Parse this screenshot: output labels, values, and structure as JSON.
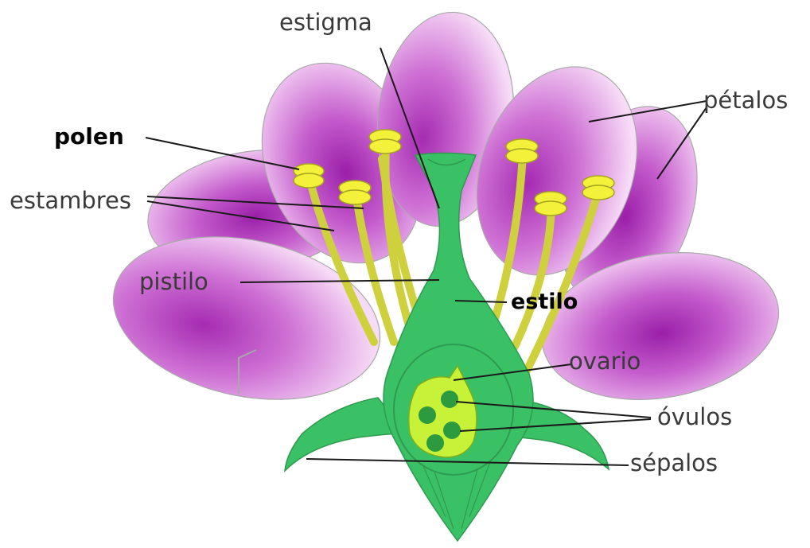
{
  "labels": {
    "estigma": "estigma",
    "petalos": "pétalos",
    "polen": "polen",
    "estambres": "estambres",
    "pistilo": "pistilo",
    "estilo": "estilo",
    "ovario": "ovario",
    "ovulos": "óvulos",
    "sepalos": "sépalos"
  },
  "colors": {
    "petal": "#b845c0",
    "petal_light": "#f2c8f2",
    "pistil": "#3bc165",
    "pistil_dark": "#2f9a50",
    "stamen": "#cfd03d",
    "anther": "#f4f13b",
    "ovary": "#c8f238",
    "ovule": "#2c9a3f",
    "leader_line": "#1a1a1a"
  }
}
